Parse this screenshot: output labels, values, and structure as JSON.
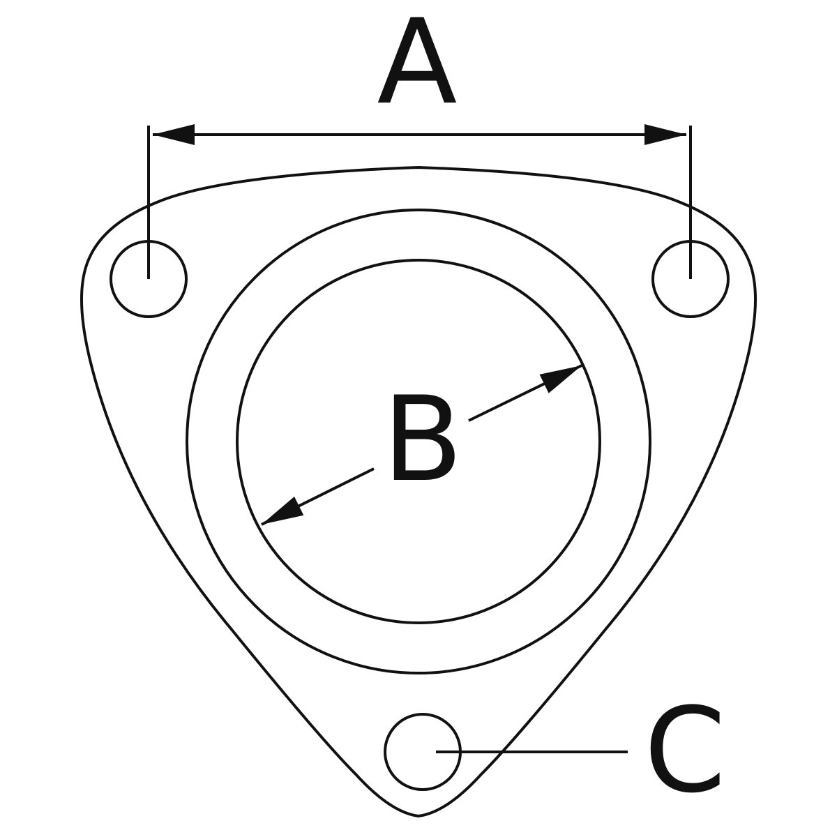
{
  "labels": {
    "a": "A",
    "b": "B",
    "c": "C"
  },
  "colors": {
    "stroke": "#111111",
    "background": "#ffffff"
  }
}
